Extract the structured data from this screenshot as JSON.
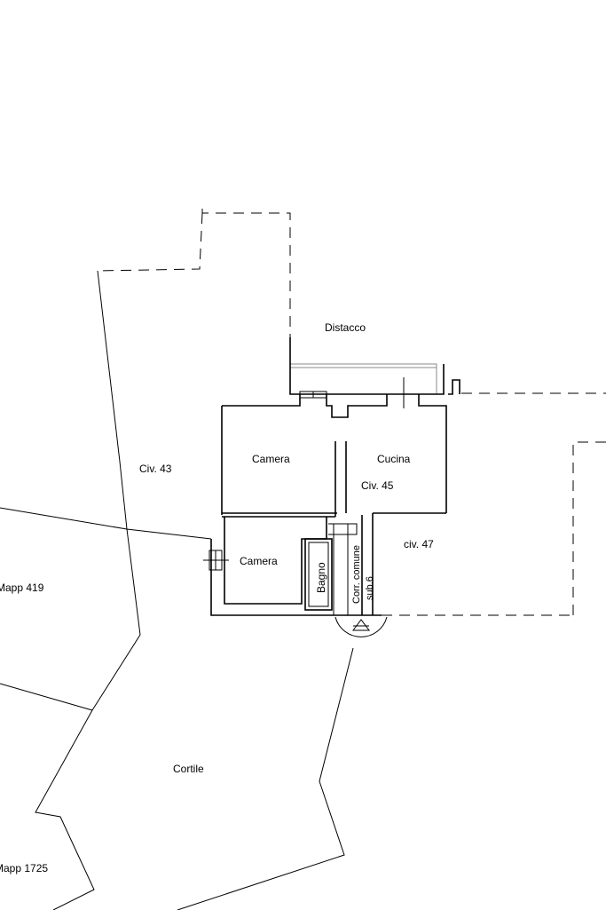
{
  "labels": {
    "distacco": "Distacco",
    "camera_top": "Camera",
    "cucina": "Cucina",
    "civ43": "Civ. 43",
    "civ45": "Civ. 45",
    "civ47": "civ. 47",
    "camera_bottom": "Camera",
    "bagno": "Bagno",
    "corr_comune": "Corr. comune",
    "sub6": "sub.6",
    "mapp419": "Mapp 419",
    "cortile": "Cortile",
    "mapp1725": "Mapp 1725"
  }
}
